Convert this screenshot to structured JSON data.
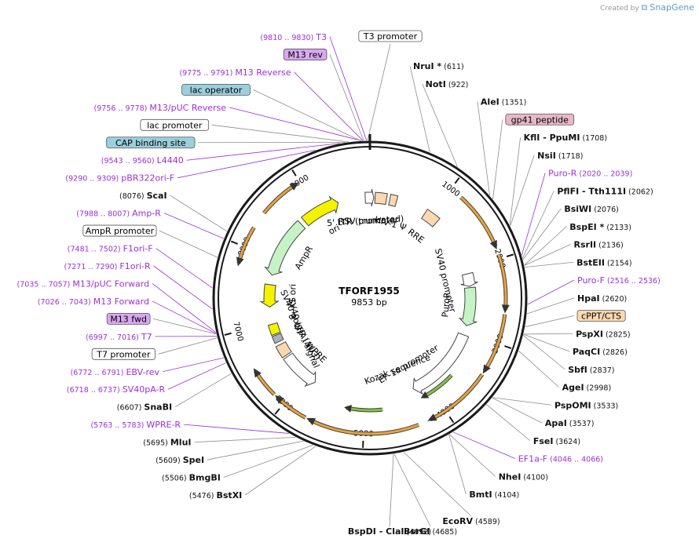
{
  "header": {
    "created_by": "Created by",
    "brand": "SnapGene"
  },
  "plasmid": {
    "name": "TFORF1955",
    "size_label": "9853 bp",
    "length": 9853
  },
  "colors": {
    "ring": "#1a1a1a",
    "enzyme_line": "#8c8c8c",
    "primer": "#9b30d9",
    "orange_arrow": "#e8a33c",
    "green_arrow": "#7fc241",
    "yellow": "#f3f300",
    "promoter_white": "#ffffff",
    "box_purple": "#d8a8f0",
    "box_blue": "#9ccfdb",
    "box_pink": "#e8b8c8",
    "box_peach": "#fbd8b0"
  },
  "ticks": [
    {
      "pos": 1000,
      "label": "1000"
    },
    {
      "pos": 2000,
      "label": "2000"
    },
    {
      "pos": 3000,
      "label": "3000"
    },
    {
      "pos": 4000,
      "label": "4000"
    },
    {
      "pos": 5000,
      "label": "5000"
    },
    {
      "pos": 6000,
      "label": "6000"
    },
    {
      "pos": 7000,
      "label": "7000"
    },
    {
      "pos": 8000,
      "label": "8000"
    },
    {
      "pos": 9000,
      "label": "9000"
    }
  ],
  "right_labels": [
    {
      "kind": "enzyme",
      "name": "NruI *",
      "pos_text": "(611)",
      "pos": 611
    },
    {
      "kind": "enzyme",
      "name": "NotI",
      "pos_text": "(922)",
      "pos": 922
    },
    {
      "kind": "enzyme",
      "name": "AleI",
      "pos_text": "(1351)",
      "pos": 1351
    },
    {
      "kind": "feature",
      "name": "gp41 peptide",
      "style": "pink",
      "pos": 1400
    },
    {
      "kind": "enzyme",
      "name": "KflI  - PpuMI",
      "pos_text": "(1708)",
      "pos": 1708
    },
    {
      "kind": "enzyme",
      "name": "NsiI",
      "pos_text": "(1718)",
      "pos": 1718
    },
    {
      "kind": "primer",
      "name": "Puro-R",
      "pos_text": "(2020 .. 2039)",
      "pos": 2030
    },
    {
      "kind": "enzyme",
      "name": "PflFI  - Tth111I",
      "pos_text": "(2062)",
      "pos": 2062
    },
    {
      "kind": "enzyme",
      "name": "BsiWI",
      "pos_text": "(2076)",
      "pos": 2076
    },
    {
      "kind": "enzyme",
      "name": "BspEI *",
      "pos_text": "(2133)",
      "pos": 2133
    },
    {
      "kind": "enzyme",
      "name": "RsrII",
      "pos_text": "(2136)",
      "pos": 2136
    },
    {
      "kind": "enzyme",
      "name": "BstEII",
      "pos_text": "(2154)",
      "pos": 2154
    },
    {
      "kind": "primer",
      "name": "Puro-F",
      "pos_text": "(2516 .. 2536)",
      "pos": 2526
    },
    {
      "kind": "enzyme",
      "name": "HpaI",
      "pos_text": "(2620)",
      "pos": 2620
    },
    {
      "kind": "feature",
      "name": "cPPT/CTS",
      "style": "peach",
      "pos": 2750
    },
    {
      "kind": "enzyme",
      "name": "PspXI",
      "pos_text": "(2825)",
      "pos": 2825
    },
    {
      "kind": "enzyme",
      "name": "PaqCI",
      "pos_text": "(2826)",
      "pos": 2826
    },
    {
      "kind": "enzyme",
      "name": "SbfI",
      "pos_text": "(2837)",
      "pos": 2837
    },
    {
      "kind": "enzyme",
      "name": "AgeI",
      "pos_text": "(2998)",
      "pos": 2998
    },
    {
      "kind": "enzyme",
      "name": "PspOMI",
      "pos_text": "(3533)",
      "pos": 3533
    },
    {
      "kind": "enzyme",
      "name": "ApaI",
      "pos_text": "(3537)",
      "pos": 3537
    },
    {
      "kind": "enzyme",
      "name": "FseI",
      "pos_text": "(3624)",
      "pos": 3624
    },
    {
      "kind": "primer",
      "name": "EF1a-F",
      "pos_text": "(4046 .. 4066)",
      "pos": 4056
    },
    {
      "kind": "enzyme",
      "name": "NheI",
      "pos_text": "(4100)",
      "pos": 4100
    },
    {
      "kind": "enzyme",
      "name": "BmtI",
      "pos_text": "(4104)",
      "pos": 4104
    }
  ],
  "bottom_labels": [
    {
      "kind": "enzyme",
      "name": "EcoRV",
      "pos_text": "(4589)",
      "pos": 4589
    },
    {
      "kind": "enzyme",
      "name": "BsrGI",
      "pos_text": "(4685)",
      "pos": 4685
    },
    {
      "kind": "enzyme",
      "name": "BspDI  - ClaI",
      "pos_text": "(4692)",
      "pos": 4692
    }
  ],
  "left_labels": [
    {
      "kind": "enzyme",
      "name": "BstXI",
      "pos_text": "(5476)",
      "pos": 5476
    },
    {
      "kind": "enzyme",
      "name": "BmgBI",
      "pos_text": "(5506)",
      "pos": 5506
    },
    {
      "kind": "enzyme",
      "name": "SpeI",
      "pos_text": "(5609)",
      "pos": 5609
    },
    {
      "kind": "enzyme",
      "name": "MluI",
      "pos_text": "(5695)",
      "pos": 5695
    },
    {
      "kind": "primer",
      "name": "WPRE-R",
      "pos_text": "(5763 .. 5783)",
      "pos": 5773
    },
    {
      "kind": "enzyme",
      "name": "SnaBI",
      "pos_text": "(6607)",
      "pos": 6607
    },
    {
      "kind": "primer",
      "name": "SV40pA-R",
      "pos_text": "(6718 .. 6737)",
      "pos": 6727
    },
    {
      "kind": "primer",
      "name": "EBV-rev",
      "pos_text": "(6772 .. 6791)",
      "pos": 6781
    },
    {
      "kind": "feature",
      "name": "T7 promoter",
      "style": "white",
      "pos": 6990
    },
    {
      "kind": "primer",
      "name": "T7",
      "pos_text": "(6997 .. 7016)",
      "pos": 7006
    },
    {
      "kind": "feature",
      "name": "M13 fwd",
      "style": "purple",
      "pos": 7030
    },
    {
      "kind": "primer",
      "name": "M13 Forward",
      "pos_text": "(7026 .. 7043)",
      "pos": 7034
    },
    {
      "kind": "primer",
      "name": "M13/pUC Forward",
      "pos_text": "(7035 .. 7057)",
      "pos": 7046
    },
    {
      "kind": "primer",
      "name": "F1ori-R",
      "pos_text": "(7271 .. 7290)",
      "pos": 7280
    },
    {
      "kind": "primer",
      "name": "F1ori-F",
      "pos_text": "(7481 .. 7502)",
      "pos": 7491
    },
    {
      "kind": "feature",
      "name": "AmpR promoter",
      "style": "white",
      "pos": 7800
    },
    {
      "kind": "primer",
      "name": "Amp-R",
      "pos_text": "(7988 .. 8007)",
      "pos": 7997
    },
    {
      "kind": "enzyme",
      "name": "ScaI",
      "pos_text": "(8076)",
      "pos": 8076
    },
    {
      "kind": "primer",
      "name": "pBR322ori-F",
      "pos_text": "(9290 .. 9309)",
      "pos": 9299
    },
    {
      "kind": "primer",
      "name": "L4440",
      "pos_text": "(9543 .. 9560)",
      "pos": 9551
    },
    {
      "kind": "feature",
      "name": "CAP binding site",
      "style": "blue",
      "pos": 9610
    },
    {
      "kind": "feature",
      "name": "lac promoter",
      "style": "white",
      "pos": 9640
    },
    {
      "kind": "primer",
      "name": "M13/pUC Reverse",
      "pos_text": "(9756 .. 9778)",
      "pos": 9767
    },
    {
      "kind": "feature",
      "name": "lac operator",
      "style": "blue",
      "pos": 9760
    },
    {
      "kind": "primer",
      "name": "M13 Reverse",
      "pos_text": "(9775 .. 9791)",
      "pos": 9783
    },
    {
      "kind": "feature",
      "name": "M13 rev",
      "style": "purple",
      "pos": 9790
    },
    {
      "kind": "primer",
      "name": "T3",
      "pos_text": "(9810 .. 9830)",
      "pos": 9820
    }
  ],
  "top_labels": [
    {
      "kind": "feature",
      "name": "T3 promoter",
      "style": "white",
      "pos": 9830
    }
  ],
  "outer_arrows": [
    {
      "start": 1150,
      "end": 1850,
      "dir": 1,
      "color": "orange"
    },
    {
      "start": 1950,
      "end": 2600,
      "dir": 1,
      "color": "orange"
    },
    {
      "start": 2650,
      "end": 3350,
      "dir": 1,
      "color": "orange"
    },
    {
      "start": 3400,
      "end": 4200,
      "dir": 1,
      "color": "orange"
    },
    {
      "start": 4350,
      "end": 5650,
      "dir": 1,
      "color": "orange"
    },
    {
      "start": 5700,
      "end": 6100,
      "dir": 1,
      "color": "orange"
    },
    {
      "start": 6150,
      "end": 6500,
      "dir": 1,
      "color": "orange"
    },
    {
      "start": 7800,
      "end": 8250,
      "dir": -1,
      "color": "orange"
    },
    {
      "start": 8450,
      "end": 8950,
      "dir": 1,
      "color": "orange"
    }
  ],
  "middle_arrows": [
    {
      "start": 3650,
      "end": 4150,
      "dir": 1,
      "color": "green"
    },
    {
      "start": 4750,
      "end": 5250,
      "dir": 1,
      "color": "green"
    }
  ],
  "inner_features": [
    {
      "label": "ori",
      "start": 8750,
      "end": 9350,
      "dir": 1,
      "color": "yellow",
      "inside": true
    },
    {
      "label": "AmpR",
      "start": 7750,
      "end": 8680,
      "dir": -1,
      "color": "lightgreen",
      "inside": false
    },
    {
      "label": "f1 ori",
      "start": 7250,
      "end": 7600,
      "dir": -1,
      "color": "yellow",
      "inside": false
    },
    {
      "label": "RSV promoter",
      "start": 9780,
      "end": 60,
      "dir": 1,
      "color": "white",
      "inside": false
    },
    {
      "label": "5' LTR (truncated)",
      "start": 80,
      "end": 260,
      "dir": 0,
      "color": "peach",
      "inside": false
    },
    {
      "label": "HIV-1 Ψ",
      "start": 310,
      "end": 420,
      "dir": 0,
      "color": "peach",
      "inside": false
    },
    {
      "label": "RRE",
      "start": 900,
      "end": 1130,
      "dir": 0,
      "color": "peach",
      "inside": false
    },
    {
      "label": "SV40 promoter",
      "start": 2080,
      "end": 2280,
      "dir": 1,
      "color": "white",
      "inside": false
    },
    {
      "label": "PuroR",
      "start": 2300,
      "end": 2900,
      "dir": 1,
      "color": "lightgreen",
      "inside": false
    },
    {
      "label": "EF-1α promoter",
      "start": 3050,
      "end": 4230,
      "dir": 1,
      "color": "white",
      "inside": false
    },
    {
      "label": "WPRE",
      "start": 5830,
      "end": 6420,
      "dir": -1,
      "color": "white",
      "inside": false
    },
    {
      "label": "3' LTR (ΔU3)",
      "start": 6450,
      "end": 6640,
      "dir": 0,
      "color": "peach",
      "inside": false
    },
    {
      "label": "SV40 poly(A) signal",
      "start": 6690,
      "end": 6800,
      "dir": 0,
      "color": "gray",
      "inside": false
    },
    {
      "label": "",
      "start": 6820,
      "end": 6980,
      "dir": 0,
      "color": "yellow",
      "inside": false
    }
  ],
  "inner_labels": [
    {
      "text": "RSV promoter",
      "pos": 9820
    },
    {
      "text": "5' LTR (truncated)",
      "pos": 9760
    },
    {
      "text": "HIV-1 Ψ",
      "pos": 420
    },
    {
      "text": "RRE",
      "pos": 1000
    },
    {
      "text": "SV40 promoter",
      "pos": 2100
    },
    {
      "text": "PuroR",
      "pos": 2600
    },
    {
      "text": "EF-1α promoter",
      "pos": 4100
    },
    {
      "text": "Kozak sequence",
      "pos": 4350
    },
    {
      "text": "WPRE",
      "pos": 6150
    },
    {
      "text": "3' LTR (ΔU3)",
      "pos": 6550
    },
    {
      "text": "SV40 poly(A) signal",
      "pos": 6740
    },
    {
      "text": "SV40 ori",
      "pos": 7030
    },
    {
      "text": "f1 ori",
      "pos": 7450
    },
    {
      "text": "AmpR",
      "pos": 8250
    },
    {
      "text": "ori",
      "pos": 9100
    }
  ]
}
